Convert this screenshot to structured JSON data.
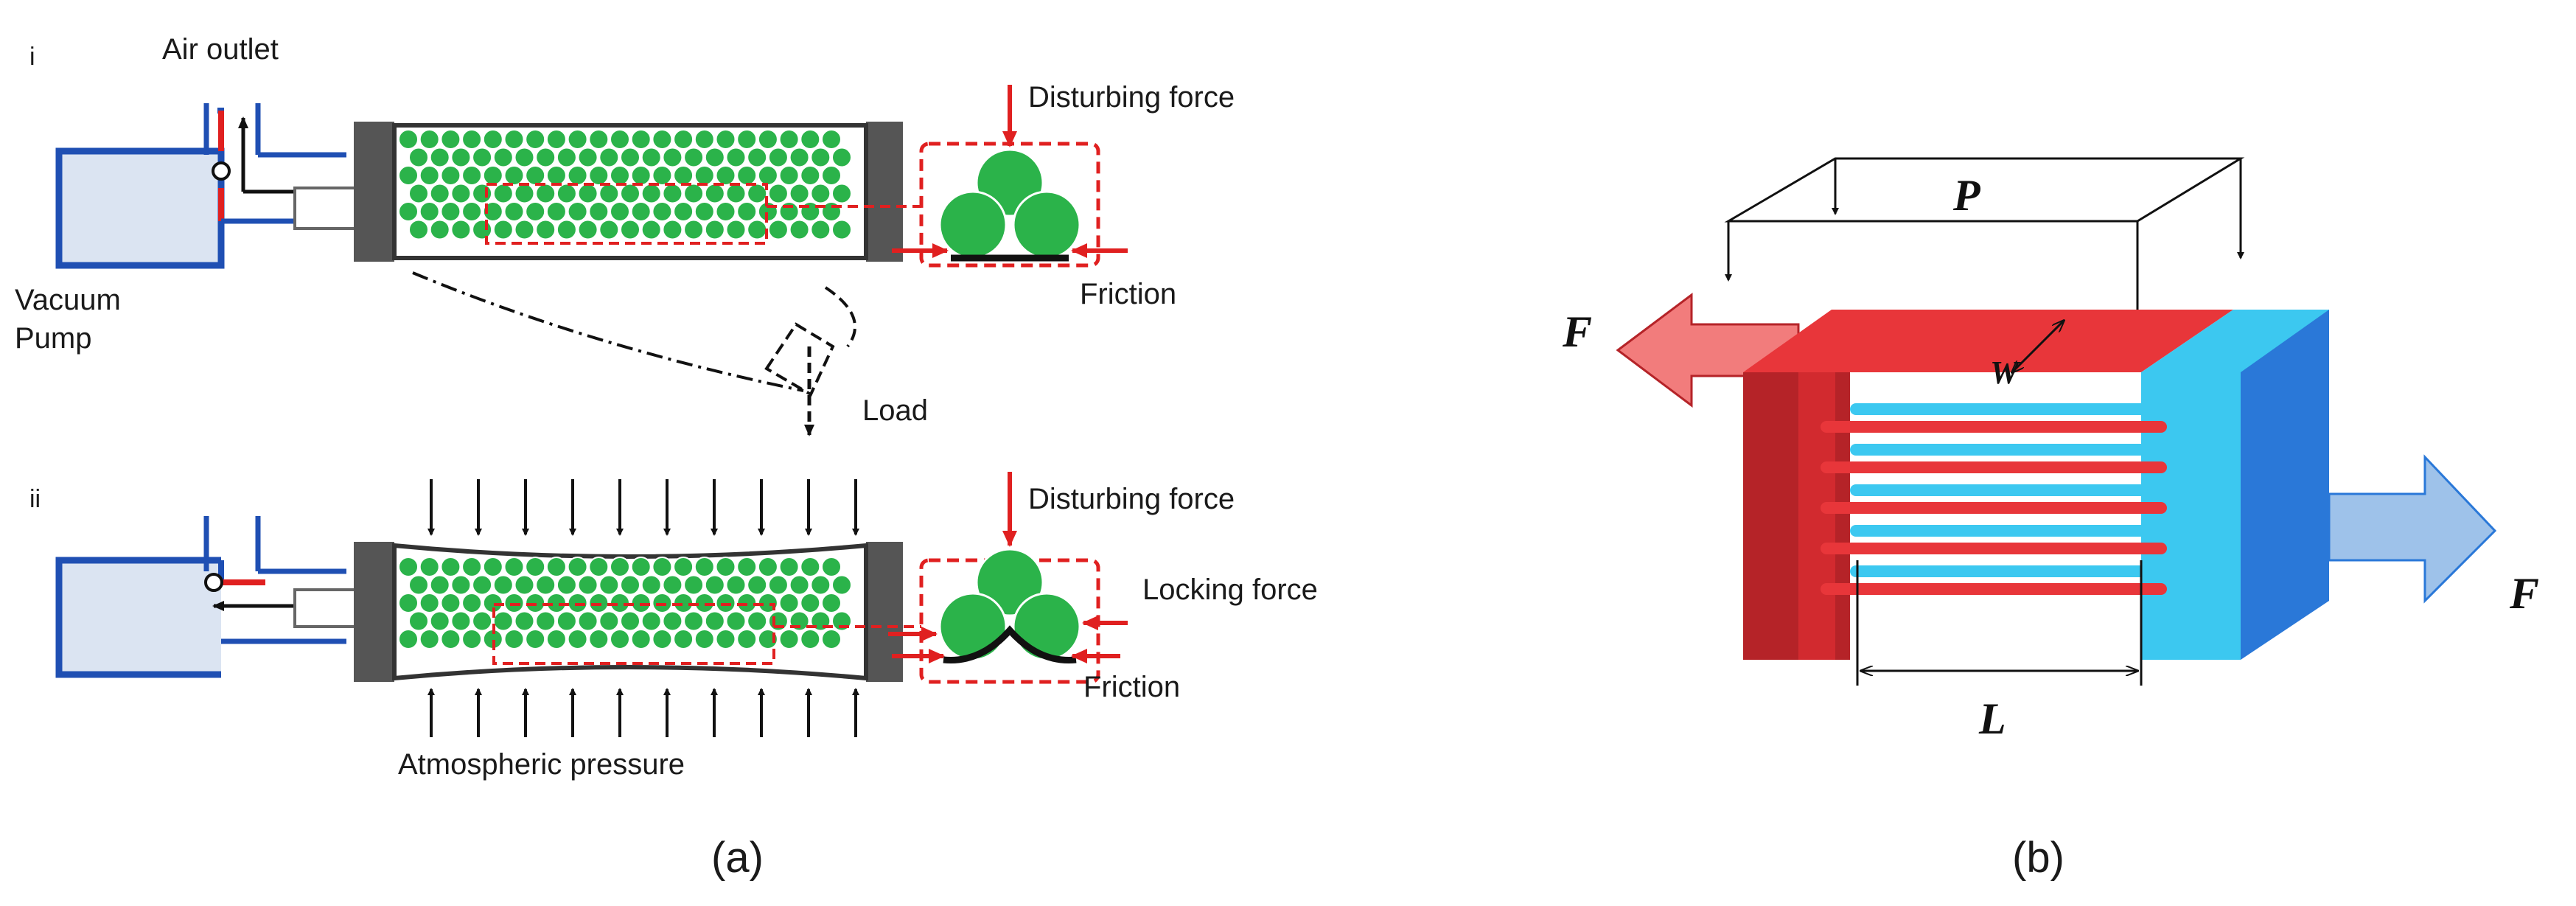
{
  "panel_a": {
    "row_i": {
      "marker": "i",
      "air_outlet": "Air outlet",
      "vacuum": "Vacuum",
      "pump": "Pump",
      "disturbing_force": "Disturbing force",
      "friction": "Friction",
      "load": "Load"
    },
    "row_ii": {
      "marker": "ii",
      "disturbing_force": "Disturbing force",
      "locking_force": "Locking force",
      "friction": "Friction",
      "atmospheric_pressure": "Atmospheric pressure"
    },
    "caption": "(a)"
  },
  "panel_b": {
    "force_left": "F",
    "force_right": "F",
    "pressure": "P",
    "width": "W",
    "length": "L",
    "caption": "(b)"
  },
  "colors": {
    "pump_blue": "#1f4fb3",
    "pump_fill": "#dbe4f2",
    "particle_green": "#2bb34a",
    "tube_gray": "#555555",
    "force_red": "#e02020",
    "block_red": "#e8363a",
    "block_red_dark": "#b52328",
    "block_cyan": "#3cc8f0",
    "block_blue": "#2a78d8",
    "arrow_light_red": "#f27c7c",
    "arrow_light_blue": "#9ec2ea"
  }
}
